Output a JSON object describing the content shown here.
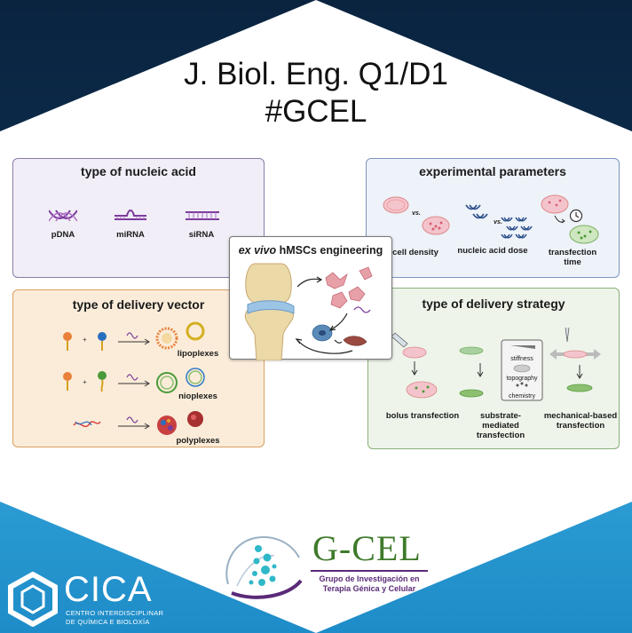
{
  "header": {
    "line1": "J. Biol. Eng. Q1/D1",
    "line2": "#GCEL"
  },
  "panels": {
    "nucleic_acid": {
      "title": "type of nucleic acid",
      "items": [
        "pDNA",
        "miRNA",
        "siRNA"
      ]
    },
    "parameters": {
      "title": "experimental parameters",
      "vs1": "vs.",
      "vs2": "vs.",
      "items": [
        "cell density",
        "nucleic acid dose",
        "transfection time"
      ]
    },
    "vector": {
      "title": "type of delivery vector",
      "items": [
        "lipoplexes",
        "nioplexes",
        "polyplexes"
      ]
    },
    "strategy": {
      "title": "type of delivery strategy",
      "substrate_options": [
        "stiffness",
        "topography",
        "chemistry"
      ],
      "items": [
        "bolus transfection",
        "substrate-mediated transfection",
        "mechanical-based transfection"
      ]
    }
  },
  "center": {
    "title_italic": "ex vivo",
    "title_rest": " hMSCs engineering"
  },
  "logos": {
    "cica_name": "CICA",
    "cica_sub1": "CENTRO INTERDISCIPLINAR",
    "cica_sub2": "DE QUÍMICA E BIOLOXÍA",
    "gcel_name": "G-CEL",
    "gcel_sub1": "Grupo de Investigación en",
    "gcel_sub2": "Terapia Génica y Celular"
  },
  "colors": {
    "navy": "#0b2a4a",
    "sky": "#2f9fd4",
    "panel_purple": "#f1eef7",
    "panel_blue": "#eef2f9",
    "panel_orange": "#fbecd9",
    "panel_green": "#eef4ea"
  }
}
